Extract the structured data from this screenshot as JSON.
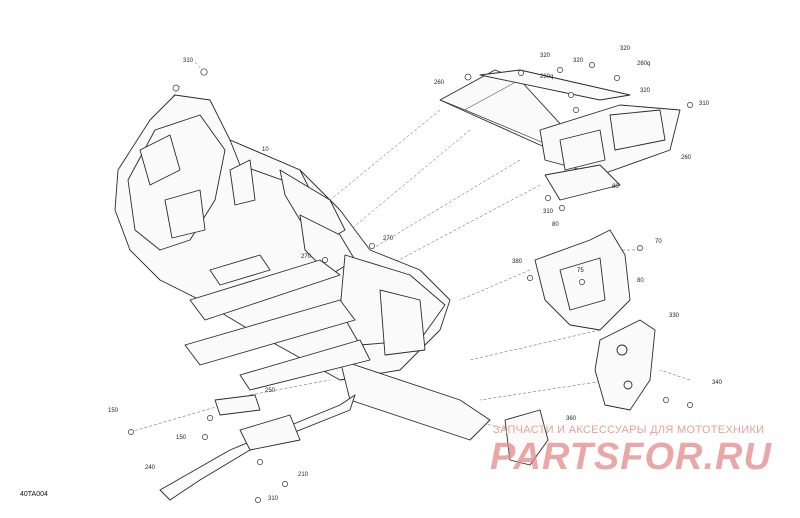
{
  "diagram": {
    "code": "40TA004",
    "callouts": {
      "c310a": "310",
      "c10": "10",
      "c260a": "260",
      "c320a": "320",
      "c320b": "320",
      "c320c": "320",
      "c320d": "320",
      "c260q1": "260q",
      "c260q2": "260q",
      "c310b": "310",
      "c260b": "260",
      "c80a": "80",
      "c310c": "310",
      "c80b": "80",
      "c270a": "270",
      "c270b": "270",
      "c70": "70",
      "c380": "380",
      "c75": "75",
      "c80c": "80",
      "c330": "330",
      "c340": "340",
      "c150a": "150",
      "c150b": "150",
      "c250": "250",
      "c360": "360",
      "c240": "240",
      "c210": "210",
      "c310d": "310"
    }
  },
  "watermark": {
    "text": "ЗАПЧАСТИ И АКСЕССУАРЫ ДЛЯ МОТОТЕХНИКИ",
    "logo": "PARTSFOR.RU"
  }
}
